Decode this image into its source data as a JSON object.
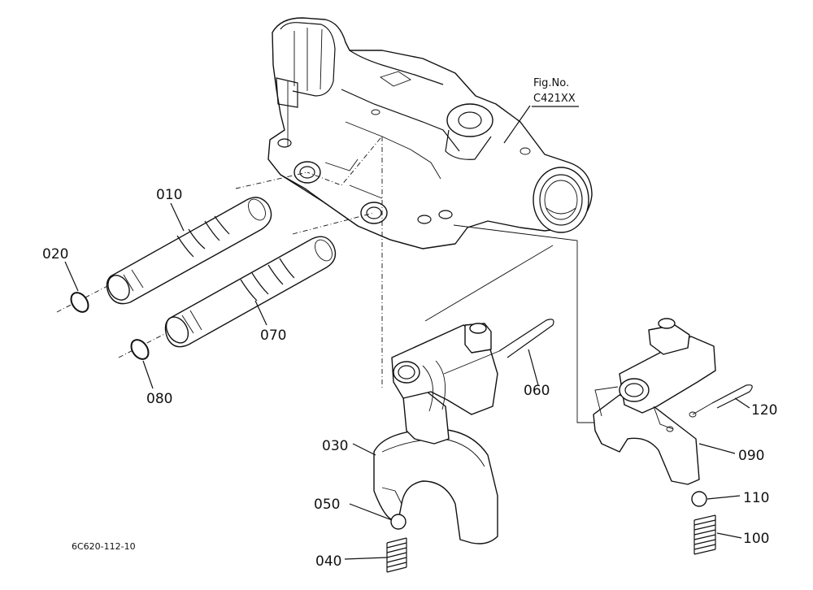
{
  "figure": {
    "fig_label": "Fig.No.",
    "fig_number": "C421XX",
    "code": "6C620-112-10"
  },
  "callouts": [
    {
      "id": "010",
      "text": "010"
    },
    {
      "id": "020",
      "text": "020"
    },
    {
      "id": "030",
      "text": "030"
    },
    {
      "id": "040",
      "text": "040"
    },
    {
      "id": "050",
      "text": "050"
    },
    {
      "id": "060",
      "text": "060"
    },
    {
      "id": "070",
      "text": "070"
    },
    {
      "id": "080",
      "text": "080"
    },
    {
      "id": "090",
      "text": "090"
    },
    {
      "id": "100",
      "text": "100"
    },
    {
      "id": "110",
      "text": "110"
    },
    {
      "id": "120",
      "text": "120"
    }
  ]
}
